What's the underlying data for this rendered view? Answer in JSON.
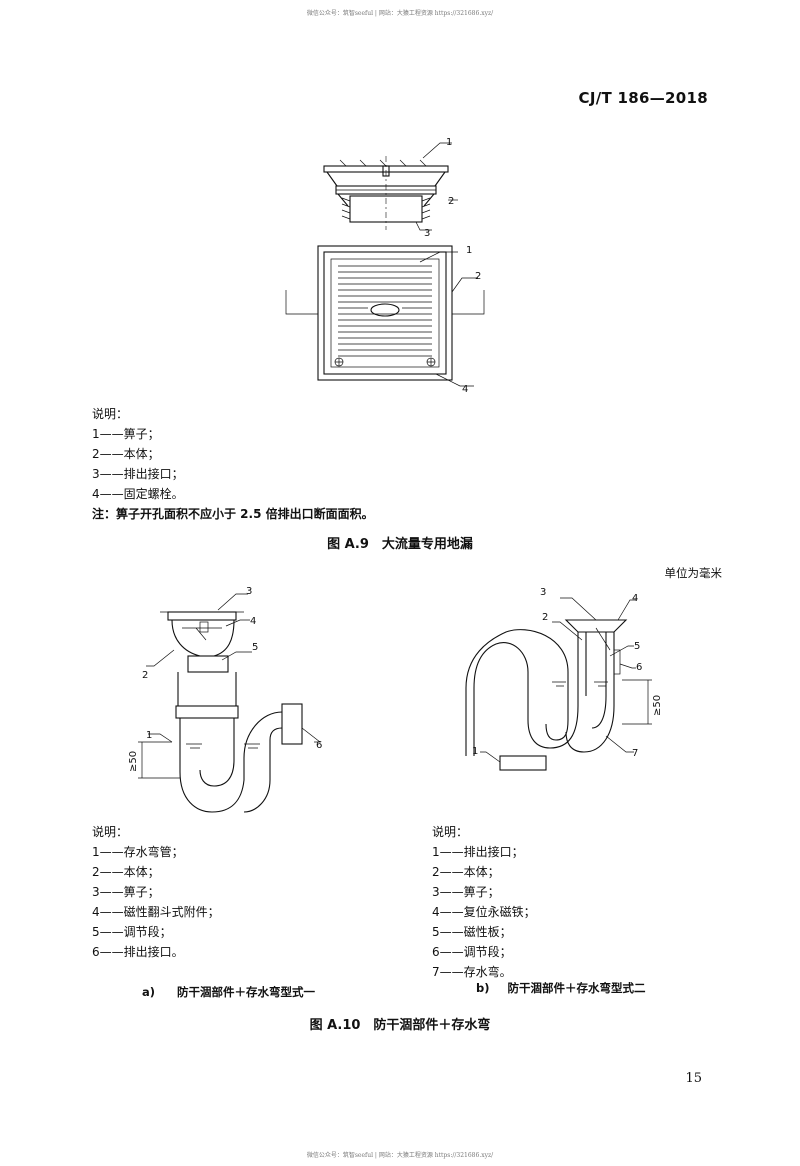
{
  "watermark": {
    "top": "微信公众号：筑智seeful | 网站：大猿工程资源 https://321686.xyz/",
    "bottom": "微信公众号：筑智seeful | 网站：大猿工程资源 https://321686.xyz/"
  },
  "header": {
    "standard_number": "CJ/T 186—2018"
  },
  "figure_a9": {
    "callouts": [
      "1",
      "2",
      "3",
      "1",
      "2",
      "4"
    ],
    "notes_title": "说明：",
    "notes": [
      "1——箅子；",
      "2——本体；",
      "3——排出接口；",
      "4——固定螺栓。"
    ],
    "remark": "注：箅子开孔面积不应小于 2.5 倍排出口断面面积。",
    "caption": "图 A.9　大流量专用地漏"
  },
  "unit_note": "单位为毫米",
  "figure_a10a": {
    "callouts": [
      "3",
      "4",
      "5",
      "2",
      "1",
      "6"
    ],
    "dimension": "≥50",
    "notes_title": "说明：",
    "notes": [
      "1——存水弯管；",
      "2——本体；",
      "3——箅子；",
      "4——磁性翻斗式附件；",
      "5——调节段；",
      "6——排出接口。"
    ],
    "subcaption_label": "a)",
    "subcaption": "防干涸部件＋存水弯型式一"
  },
  "figure_a10b": {
    "callouts": [
      "3",
      "4",
      "2",
      "5",
      "6",
      "7",
      "1"
    ],
    "dimension": "≥50",
    "notes_title": "说明：",
    "notes": [
      "1——排出接口；",
      "2——本体；",
      "3——箅子；",
      "4——复位永磁铁；",
      "5——磁性板；",
      "6——调节段；",
      "7——存水弯。"
    ],
    "subcaption_label": "b)",
    "subcaption": "防干涸部件＋存水弯型式二"
  },
  "figure_a10": {
    "caption": "图 A.10　防干涸部件＋存水弯"
  },
  "page_number": "15"
}
